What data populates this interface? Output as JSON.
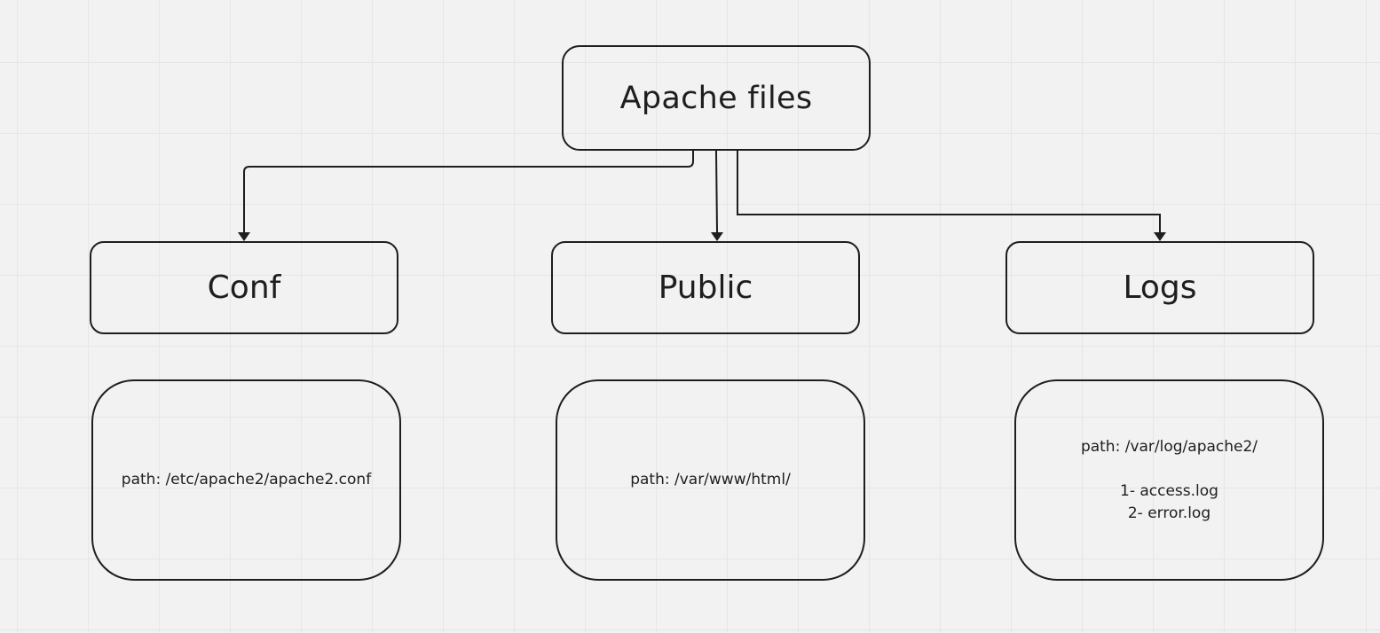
{
  "diagram": {
    "root": {
      "label": "Apache files"
    },
    "children": [
      {
        "id": "conf",
        "label": "Conf",
        "note": "path:  /etc/apache2/apache2.conf"
      },
      {
        "id": "public",
        "label": "Public",
        "note": "path: /var/www/html/"
      },
      {
        "id": "logs",
        "label": "Logs",
        "note": "path: /var/log/apache2/\n\n1- access.log\n2- error.log"
      }
    ],
    "edges": [
      {
        "from": "Apache files",
        "to": "Conf"
      },
      {
        "from": "Apache files",
        "to": "Public"
      },
      {
        "from": "Apache files",
        "to": "Logs"
      }
    ]
  },
  "colors": {
    "background": "#f2f2f2",
    "grid": "#e6e6e6",
    "stroke": "#1e1e1e"
  }
}
